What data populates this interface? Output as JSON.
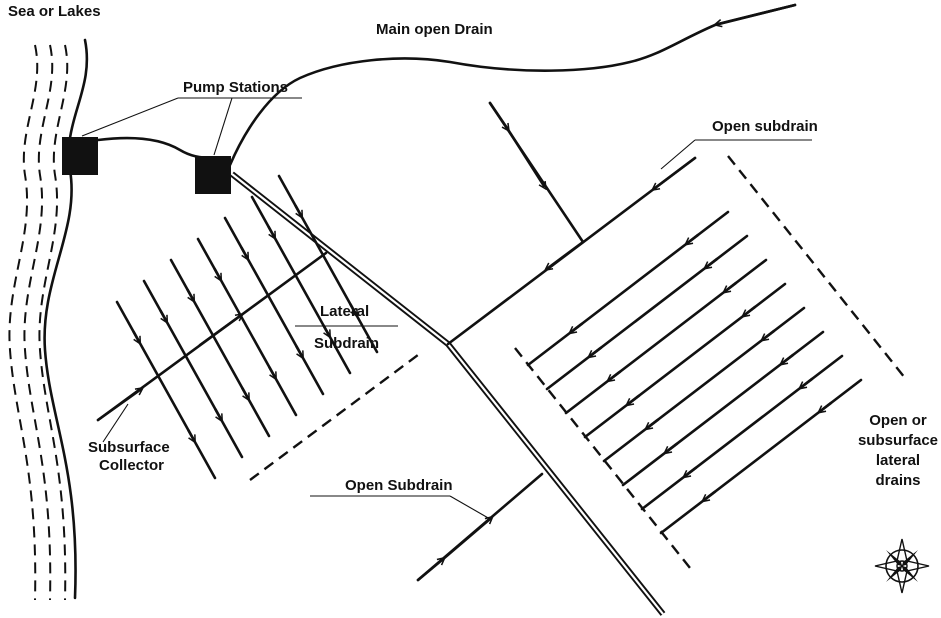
{
  "labels": {
    "sea": "Sea or Lakes",
    "main_drain": "Main open Drain",
    "pump_stations": "Pump Stations",
    "open_subdrain_top": "Open subdrain",
    "lateral_1": "Lateral",
    "lateral_2": "Subdrain",
    "collector_1": "Subsurface",
    "collector_2": "Collector",
    "open_subdrain_bottom": "Open Subdrain",
    "lateral_drains_1": "Open or",
    "lateral_drains_2": "subsurface",
    "lateral_drains_3": "lateral",
    "lateral_drains_4": "drains"
  },
  "icons": {
    "compass": "compass-rose-icon"
  },
  "colors": {
    "ink": "#111111",
    "background": "#ffffff"
  }
}
